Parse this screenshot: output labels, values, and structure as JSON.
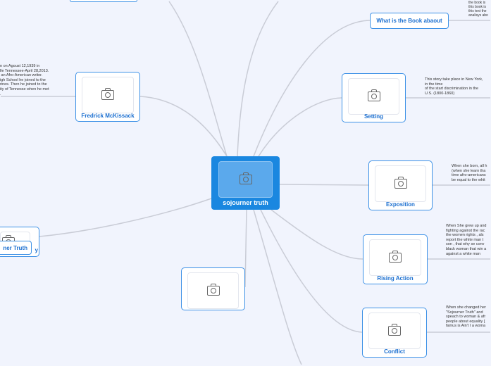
{
  "central": {
    "label": "sojourner truth",
    "icon": "camera-icon"
  },
  "topics": [
    {
      "label": "Fredrick McKissack",
      "note": "n on Agoust 12,1939 in\nlle Tennessee-April 28,2013.\n an Afro-American writer.\nigh School he joined to the\nrines. Then he joined to the\nity of Tennesse when he met\n."
    },
    {
      "label": "What is the Book abaout",
      "note": "the book is\nthis book is\nthis text the\nanalisys abo"
    },
    {
      "label": "Setting",
      "note": "This story take place in New York,\nin the time\nof the start discrimination in the\nU.S. (1800-1860)"
    },
    {
      "label": "Exposition",
      "note": "When she born, all h\n(when she learn tha\ntime afro-americans\nbe equal to the whit"
    },
    {
      "label": "Rising Action",
      "note": "When She grew up and\nfighting against the rac\nthe women rights , als\nreport the white man t\nson , that why se conv\nblack woman that win a\nagainst a white man"
    },
    {
      "label": "Conflict",
      "note": "When she changed her\n\"Sojourner Truth\" and\nspeach to woman & afr\npeople about equality [\nfamus is Ain't I a woma"
    },
    {
      "label": "ner Truth",
      "suffix": "y"
    }
  ],
  "colors": {
    "accent": "#1a87e0",
    "background": "#f1f4fd",
    "line": "#c9ccd6"
  }
}
